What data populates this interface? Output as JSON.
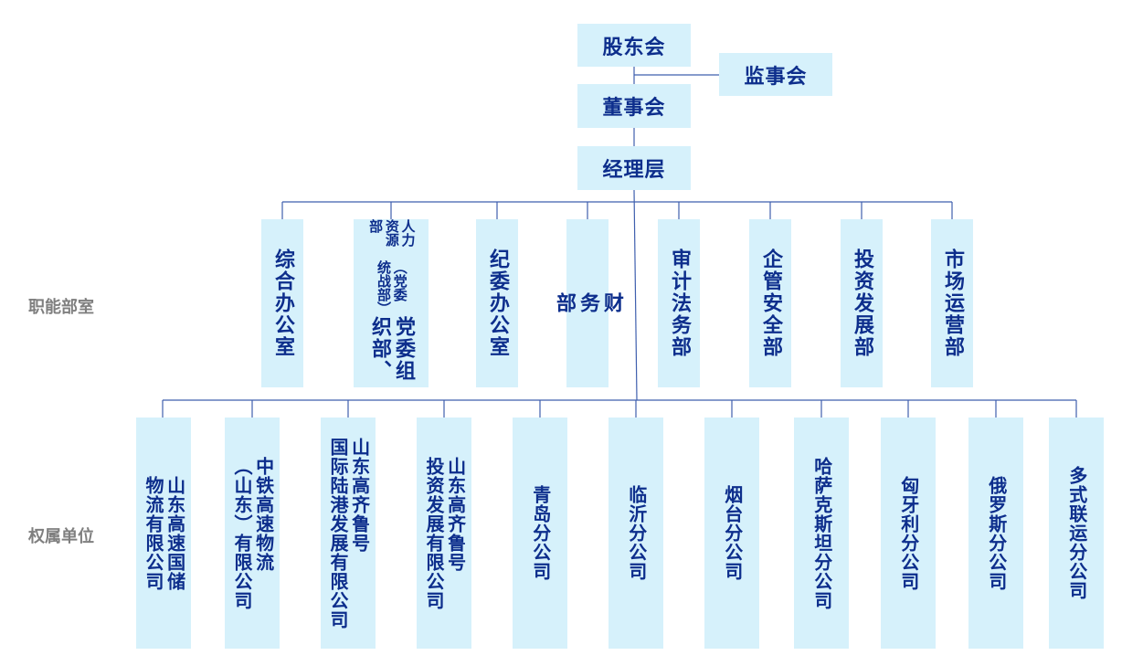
{
  "top": {
    "shareholders": "股东会",
    "supervisors": "监事会",
    "board": "董事会",
    "management": "经理层"
  },
  "labels": {
    "departments": "职能部室",
    "units": "权属单位"
  },
  "departments": [
    {
      "name": "综合办公室"
    },
    {
      "name": "党委组织部、\n（党委统战部）\n人力资源部"
    },
    {
      "name": "纪委办公室"
    },
    {
      "name": "财\n务\n部"
    },
    {
      "name": "审计法务部"
    },
    {
      "name": "企管安全部"
    },
    {
      "name": "投资发展部"
    },
    {
      "name": "市场运营部"
    }
  ],
  "units": [
    {
      "name": "山东高速国储\n物流有限公司"
    },
    {
      "name": "中铁高速物流\n（山东）有限公司"
    },
    {
      "name": "山东高齐鲁号\n国际陆港发展有限公司"
    },
    {
      "name": "山东高齐鲁号\n投资发展有限公司"
    },
    {
      "name": "青岛分公司"
    },
    {
      "name": "临沂分公司"
    },
    {
      "name": "烟台分公司"
    },
    {
      "name": "哈萨克斯坦分公司"
    },
    {
      "name": "匈牙利分公司"
    },
    {
      "name": "俄罗斯分公司"
    },
    {
      "name": "多式联运分公司"
    }
  ],
  "colors": {
    "box_fill": "#d6f1fb",
    "text": "#0d2e8c",
    "line": "#3f5fae",
    "label": "#7f7f7f"
  }
}
